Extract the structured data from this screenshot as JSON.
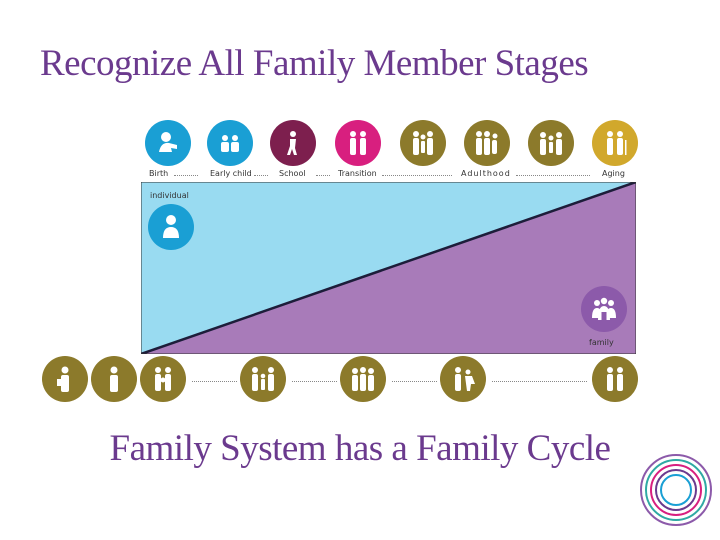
{
  "slide": {
    "title": "Recognize All Family Member Stages",
    "subtitle": "Family System has a Family Cycle"
  },
  "colors": {
    "title": "#6b3a8e",
    "individual_band": "#99dbf1",
    "family_band": "#a87bb9",
    "blue_icon": "#1a9fd4",
    "maroon_icon": "#7d1f4e",
    "pink_icon": "#d81f7f",
    "gold_icon": "#8c7a2b",
    "yellow_icon": "#d1a82c",
    "purple_icon": "#8c5aaa"
  },
  "stages": [
    {
      "label": "Birth",
      "icon": "baby-icon"
    },
    {
      "label": "Early child",
      "icon": "children-icon"
    },
    {
      "label": "School",
      "icon": "child-walking-icon"
    },
    {
      "label": "Transition",
      "icon": "young-couple-icon"
    },
    {
      "label": "",
      "icon": "adult-couple-icon"
    },
    {
      "label": "Adulthood",
      "icon": "adult-family-icon"
    },
    {
      "label": "",
      "icon": "adult-group-icon"
    },
    {
      "label": "Aging",
      "icon": "elderly-couple-icon"
    }
  ],
  "bands": {
    "individual_label": "individual",
    "family_label": "family"
  },
  "family_cycle_icons": [
    "single-adult-icon",
    "couple-icon",
    "family-with-baby-icon",
    "family-with-children-icon",
    "family-with-teens-icon",
    "launching-family-icon",
    "elderly-couple-icon"
  ]
}
